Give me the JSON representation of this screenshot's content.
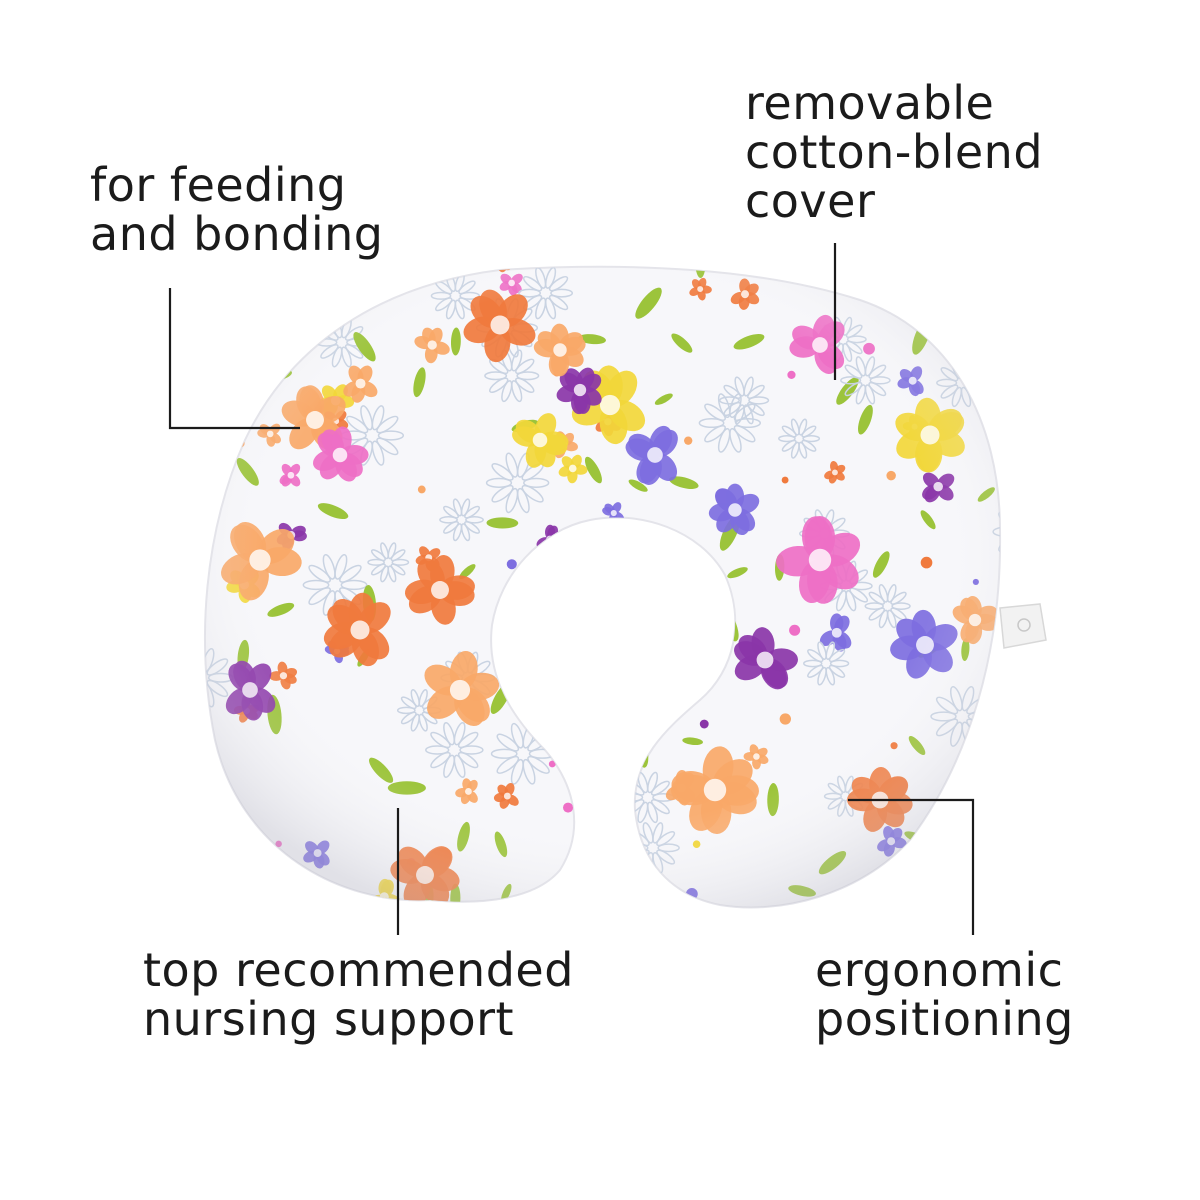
{
  "callouts": {
    "feeding": {
      "line1": "for feeding",
      "line2": "and bonding"
    },
    "cover": {
      "line1": "removable",
      "line2": "cotton-blend",
      "line3": "cover"
    },
    "support": {
      "line1": "top recommended",
      "line2": "nursing support"
    },
    "ergonomic": {
      "line1": "ergonomic",
      "line2": "positioning"
    }
  },
  "colors": {
    "leader_line": "#1b1b1b",
    "pillow_base": "#f7f7fa",
    "petal_orange": "#f07a3d",
    "petal_peach": "#f8a868",
    "petal_pink": "#ee6fc6",
    "petal_yellow": "#f2d73a",
    "petal_violet": "#7d6ee0",
    "petal_purple": "#8a35a8",
    "leaf_green": "#9cc43b"
  }
}
